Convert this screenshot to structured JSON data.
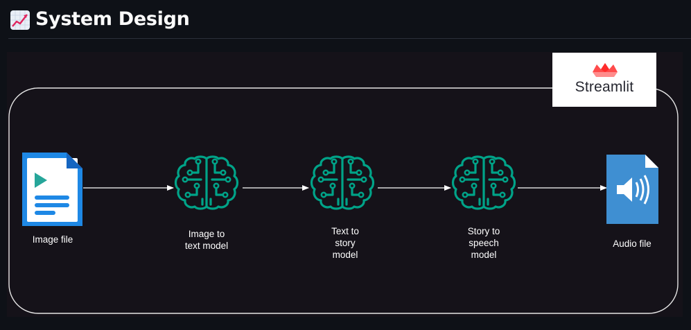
{
  "header": {
    "icon": "chart-increasing-icon",
    "title": "System Design"
  },
  "diagram": {
    "brand": {
      "name": "Streamlit",
      "logo": "streamlit-crown-logo",
      "accent": "#ff4b4b"
    },
    "nodes": [
      {
        "id": "image-file",
        "label": "Image file",
        "icon": "image-file-icon"
      },
      {
        "id": "image-to-text",
        "label": "Image to\ntext model",
        "icon": "ai-brain-icon"
      },
      {
        "id": "text-to-story",
        "label": "Text to\nstory\nmodel",
        "icon": "ai-brain-icon"
      },
      {
        "id": "story-to-speech",
        "label": "Story to\nspeech\nmodel",
        "icon": "ai-brain-icon"
      },
      {
        "id": "audio-file",
        "label": "Audio file",
        "icon": "audio-file-icon"
      }
    ],
    "colors": {
      "model_icon": "#00a388",
      "image_file": "#1e88e5",
      "audio_file": "#3f8fd2",
      "container_border": "#e6e6e6",
      "background": "#151219"
    }
  }
}
